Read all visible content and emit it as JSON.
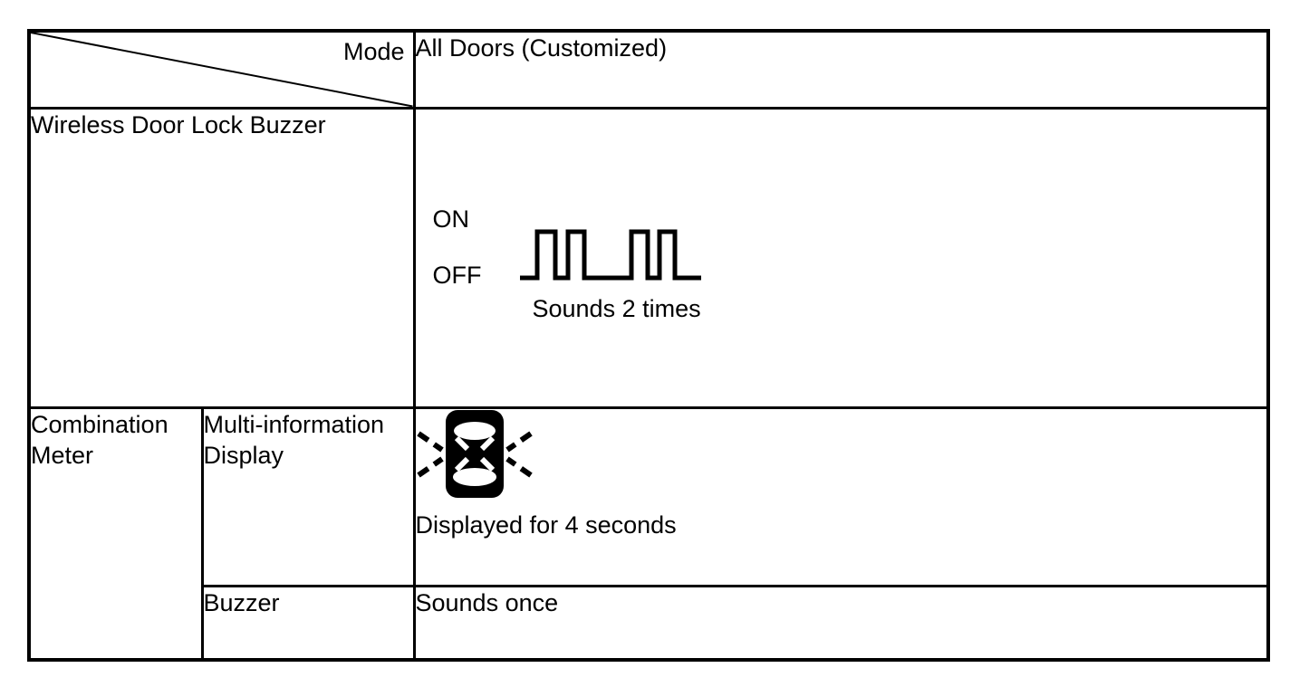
{
  "page": {
    "background": "#ffffff",
    "ink": "#000000"
  },
  "table": {
    "header": {
      "mode_label": "Mode",
      "mode_value": "All Doors (Customized)"
    },
    "wireless_row": {
      "label": "Wireless Door Lock Buzzer",
      "waveform": {
        "icon": "buzzer-pulse-waveform",
        "on_label": "ON",
        "off_label": "OFF",
        "caption": "Sounds 2 times",
        "pulse_groups": 2,
        "pulses_per_group": 2
      }
    },
    "combination_row": {
      "label": "Combination Meter",
      "multi_information": {
        "label": "Multi-information Display",
        "icon": "car-door-lock-indicator-icon",
        "caption": "Displayed for 4 seconds"
      },
      "buzzer": {
        "label": "Buzzer",
        "value": "Sounds once"
      }
    }
  }
}
